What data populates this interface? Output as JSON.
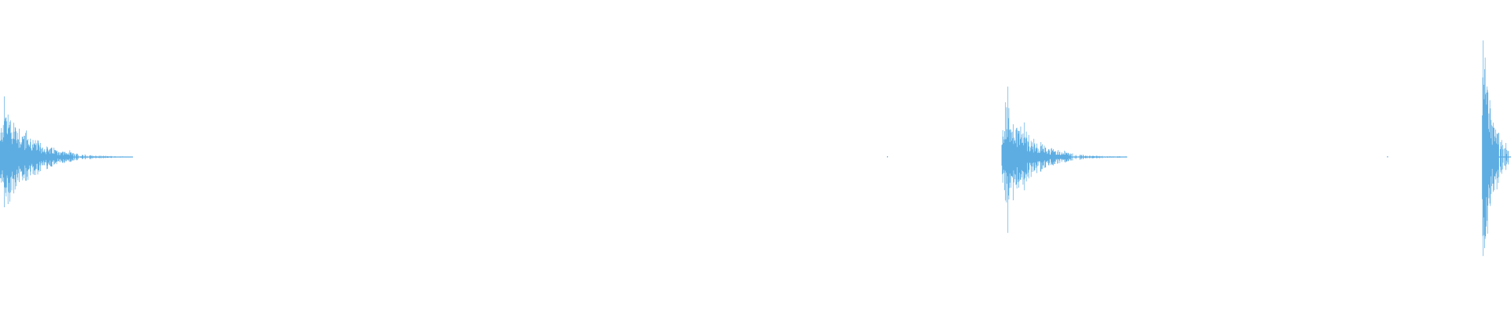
{
  "waveform": {
    "color": "#5dade2",
    "background": "#ffffff",
    "total_duration_fraction": 1.0,
    "events": [
      {
        "start": 0.0,
        "end": 0.088,
        "peak_amplitude": 0.43,
        "decay": 2.2
      },
      {
        "start": 0.587,
        "end": 0.5875,
        "peak_amplitude": 0.01,
        "decay": 1.0
      },
      {
        "start": 0.663,
        "end": 0.746,
        "peak_amplitude": 0.43,
        "decay": 2.2
      },
      {
        "start": 0.918,
        "end": 0.9185,
        "peak_amplitude": 0.01,
        "decay": 1.0
      },
      {
        "start": 0.981,
        "end": 1.0,
        "peak_amplitude": 0.81,
        "decay": 1.2
      }
    ]
  }
}
